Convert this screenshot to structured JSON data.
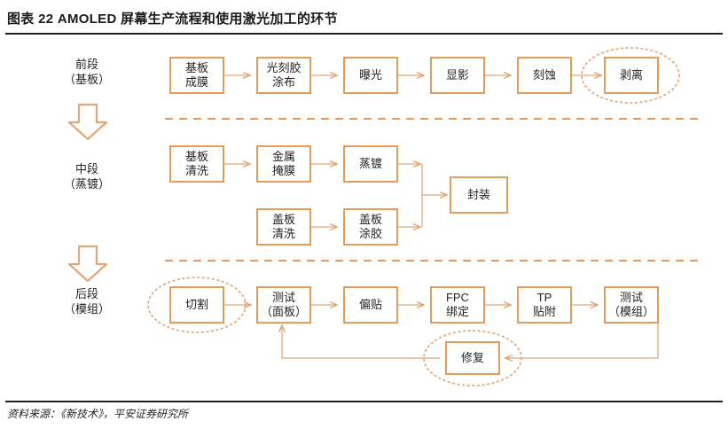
{
  "header": {
    "figure_label": "图表 22",
    "title": "AMOLED 屏幕生产流程和使用激光加工的环节",
    "full_title": "图表 22   AMOLED 屏幕生产流程和使用激光加工的环节"
  },
  "footer": {
    "source": "资料来源：《新技术》，平安证券研究所"
  },
  "colors": {
    "box_border": "#E39C5B",
    "arrow": "#E0A878",
    "dashed_divider": "#E39C5B",
    "highlight_ellipse": "#E8A877",
    "text": "#231f20",
    "rule": "#231f20",
    "background": "#ffffff"
  },
  "stages": [
    {
      "id": "front",
      "name": "前段",
      "sub": "（基板）"
    },
    {
      "id": "middle",
      "name": "中段",
      "sub": "（蒸镀）"
    },
    {
      "id": "back",
      "name": "后段",
      "sub": "（模组）"
    }
  ],
  "icons": {
    "stage_divider_arrow": "hollow-down-arrow-icon",
    "laser_highlight": "dotted-ellipse-icon",
    "flow_connector": "arrow-right-icon"
  },
  "front_steps": [
    {
      "id": "f1",
      "line1": "基板",
      "line2": "成膜",
      "laser": false
    },
    {
      "id": "f2",
      "line1": "光刻胶",
      "line2": "涂布",
      "laser": false
    },
    {
      "id": "f3",
      "line1": "曝光",
      "line2": "",
      "laser": false
    },
    {
      "id": "f4",
      "line1": "显影",
      "line2": "",
      "laser": false
    },
    {
      "id": "f5",
      "line1": "刻蚀",
      "line2": "",
      "laser": false
    },
    {
      "id": "f6",
      "line1": "剥离",
      "line2": "",
      "laser": true
    }
  ],
  "middle_steps_top": [
    {
      "id": "m1",
      "line1": "基板",
      "line2": "清洗",
      "laser": false
    },
    {
      "id": "m2",
      "line1": "金属",
      "line2": "掩膜",
      "laser": false
    },
    {
      "id": "m3",
      "line1": "蒸镀",
      "line2": "",
      "laser": false
    }
  ],
  "middle_steps_bottom": [
    {
      "id": "m4",
      "line1": "盖板",
      "line2": "清洗",
      "laser": false
    },
    {
      "id": "m5",
      "line1": "盖板",
      "line2": "涂胶",
      "laser": false
    }
  ],
  "middle_merge": {
    "id": "m6",
    "line1": "封装",
    "line2": "",
    "laser": false
  },
  "back_steps": [
    {
      "id": "b1",
      "line1": "切割",
      "line2": "",
      "laser": true
    },
    {
      "id": "b2",
      "line1": "测试",
      "line2": "（面板）",
      "laser": false
    },
    {
      "id": "b3",
      "line1": "偏贴",
      "line2": "",
      "laser": false
    },
    {
      "id": "b4",
      "line1": "FPC",
      "line2": "绑定",
      "laser": false
    },
    {
      "id": "b5",
      "line1": "TP",
      "line2": "贴附",
      "laser": false
    },
    {
      "id": "b6",
      "line1": "测试",
      "line2": "（模组）",
      "laser": false
    }
  ],
  "repair_step": {
    "id": "b7",
    "line1": "修复",
    "line2": "",
    "laser": true
  }
}
